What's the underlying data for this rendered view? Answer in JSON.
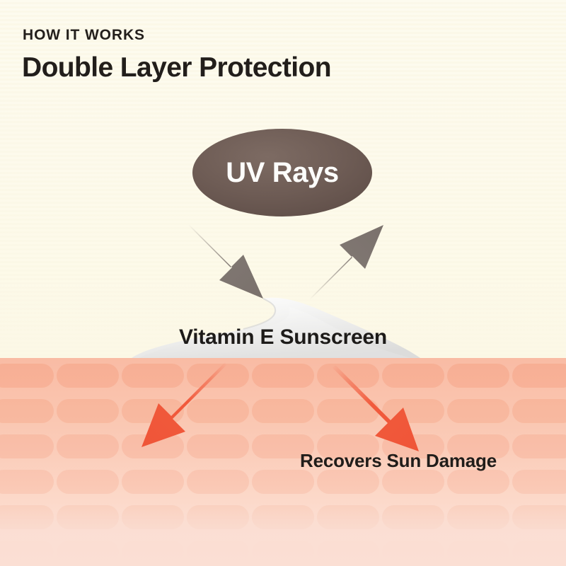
{
  "page": {
    "kicker": "HOW IT WORKS",
    "title": "Double Layer Protection",
    "background_color": "#FDFBEF"
  },
  "diagram": {
    "uv_source": {
      "label": "UV Rays",
      "shape": "ellipse",
      "fill_color": "#6E5C55",
      "text_color": "#FDFDFB"
    },
    "incoming_ray": {
      "name": "incoming-uv-arrow",
      "direction": "down-right",
      "color": "#7C736E"
    },
    "reflected_ray": {
      "name": "reflected-uv-arrow",
      "direction": "up-right",
      "color": "#7C736E"
    },
    "sunscreen_layer": {
      "label": "Vitamin E Sunscreen",
      "color": "#F2F2F0",
      "text_color": "#1D1B19"
    },
    "skin_layer": {
      "top_color": "#F9BBA4",
      "bottom_color": "#FBDFD4",
      "cell_color": "#F39676"
    },
    "recovery_arrows": {
      "label": "Recovers Sun Damage",
      "color": "#F15A3C",
      "count": 2,
      "directions": [
        "down-left",
        "down-right"
      ],
      "text_color": "#201D1A"
    }
  }
}
